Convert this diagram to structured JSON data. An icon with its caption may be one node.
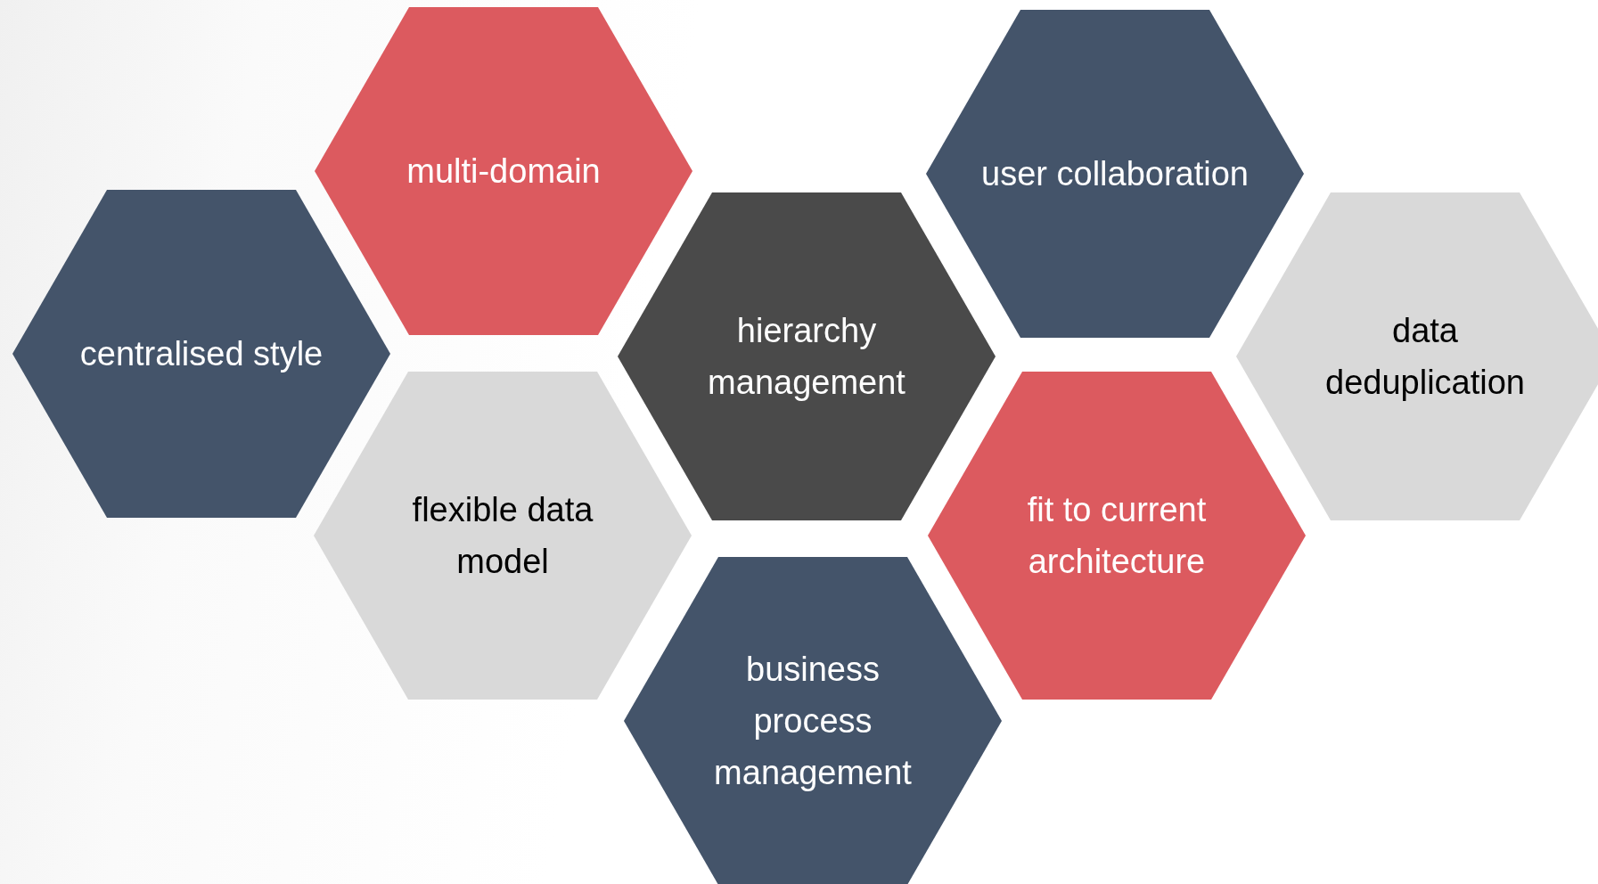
{
  "diagram": {
    "nodes": [
      {
        "text": [
          "multi-domain"
        ]
      },
      {
        "text": [
          "user collaboration"
        ]
      },
      {
        "text": [
          "centralised style"
        ]
      },
      {
        "text": [
          "hierarchy management"
        ]
      },
      {
        "text": [
          "data deduplication"
        ]
      },
      {
        "text": [
          "flexible data model"
        ]
      },
      {
        "text": [
          "fit to current architecture"
        ]
      },
      {
        "text": [
          "business process management"
        ]
      }
    ],
    "edges": []
  }
}
